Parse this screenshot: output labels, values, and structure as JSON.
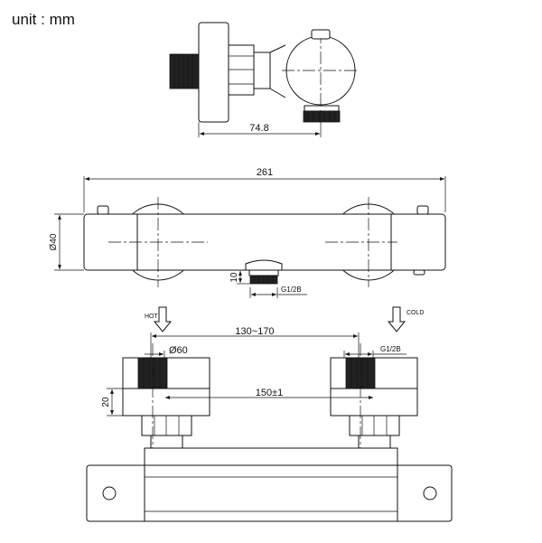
{
  "unit_label": "unit : mm",
  "dimensions": {
    "depth": "74.8",
    "total_length": "261",
    "body_diameter": "Ø40",
    "outlet_length": "10",
    "outlet_thread": "G1/2B",
    "inlet_spacing": "130~170",
    "cover_diameter": "Ø60",
    "inlet_thread": "G1/2B",
    "center_distance": "150±1",
    "cover_height": "20"
  },
  "labels": {
    "hot": "HOT",
    "cold": "COLD"
  }
}
